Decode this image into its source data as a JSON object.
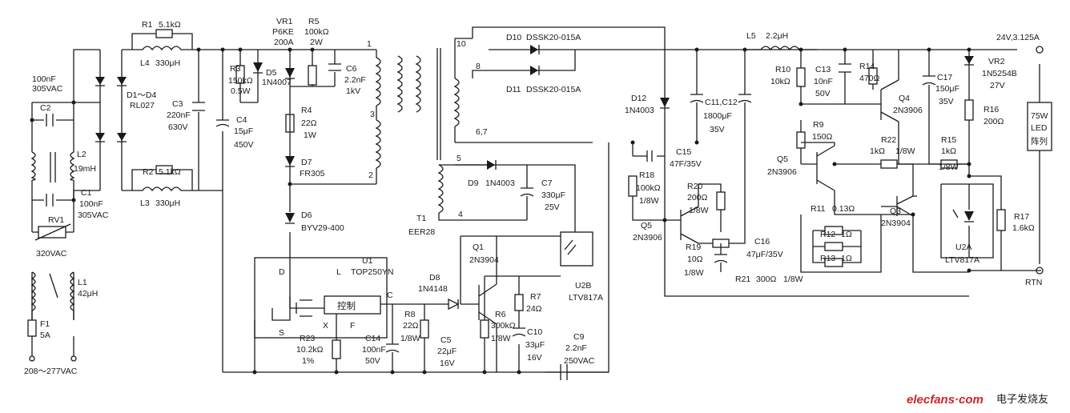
{
  "input": {
    "cap_c2": "C2",
    "cap_c2_val": "100nF",
    "cap_c2_rating": "305VAC",
    "choke_l2": "L2",
    "choke_l2_val": "19mH",
    "cap_c1": "C1",
    "cap_c1_val": "100nF",
    "cap_c1_rating": "305VAC",
    "varistor": "RV1",
    "varistor_val": "320VAC",
    "inductor_l1": "L1",
    "inductor_l1_val": "42μH",
    "fuse": "F1",
    "fuse_val": "5A",
    "mains": "208～277VAC"
  },
  "bridge": {
    "diodes": "D1～D4",
    "part": "RL027",
    "r1": "R1",
    "r1_val": "5.1kΩ",
    "l4": "L4",
    "l4_val": "330μH",
    "r2": "R2",
    "r2_val": "5.1kΩ",
    "l3": "L3",
    "l3_val": "330μH",
    "c3": "C3",
    "c3_val": "220nF",
    "c3_rating": "630V",
    "c4": "C4",
    "c4_val": "15μF",
    "c4_rating": "450V"
  },
  "clamp": {
    "r3": "R3",
    "r3_val": "150kΩ",
    "r3_power": "0.5W",
    "d5": "D5",
    "d5_part": "1N4007",
    "vr1": "VR1",
    "vr1_part": "P6KE",
    "vr1_val": "200A",
    "r5": "R5",
    "r5_val": "100kΩ",
    "r5_power": "2W",
    "c6": "C6",
    "c6_val": "2.2nF",
    "c6_rating": "1kV",
    "r4": "R4",
    "r4_val": "22Ω",
    "r4_power": "1W",
    "d7": "D7",
    "d7_part": "FR305",
    "d6": "D6",
    "d6_part": "BYV29-400"
  },
  "controller": {
    "u1": "U1",
    "u1_part": "TOP250YN",
    "pin_d": "D",
    "pin_l": "L",
    "pin_s": "S",
    "pin_x": "X",
    "pin_f": "F",
    "pin_c": "C",
    "block": "控制",
    "r23": "R23",
    "r23_val": "10.2kΩ",
    "r23_tol": "1%",
    "c14": "C14",
    "c14_val": "100nF",
    "c14_rating": "50V",
    "r8": "R8",
    "r8_val": "22Ω",
    "r8_power": "1/8W",
    "c5": "C5",
    "c5_val": "22μF",
    "c5_rating": "16V",
    "d8": "D8",
    "d8_part": "1N4148",
    "q1": "Q1",
    "q1_part": "2N3904",
    "r6": "R6",
    "r6_val": "300kΩ",
    "r6_power": "1/8W",
    "r7": "R7",
    "r7_val": "24Ω",
    "c10": "C10",
    "c10_val": "33μF",
    "c10_rating": "16V",
    "c9": "C9",
    "c9_val": "2.2nF",
    "c9_rating": "250VAC",
    "u2b": "U2B",
    "u2b_part": "LTV817A"
  },
  "transformer": {
    "t1": "T1",
    "t1_part": "EER28",
    "pin1": "1",
    "pin2": "2",
    "pin3": "3",
    "pin4": "4",
    "pin5": "5",
    "pin67": "6,7",
    "pin8": "8",
    "pin10": "10",
    "d9": "D9",
    "d9_part": "1N4003",
    "c7": "C7",
    "c7_val": "330μF",
    "c7_rating": "25V"
  },
  "secondary": {
    "d10": "D10",
    "d10_part": "DSSK20-015A",
    "d11": "D11",
    "d11_part": "DSSK20-015A",
    "d12": "D12",
    "d12_part": "1N4003",
    "c11": "C11,C12",
    "c11_val": "1800μF",
    "c11_rating": "35V",
    "c15": "C15",
    "c15_val": "47F/35V",
    "r18": "R18",
    "r18_val": "100kΩ",
    "r18_power": "1/8W",
    "r20": "R20",
    "r20_val": "200Ω",
    "r20_power": "1/8W",
    "q5a": "Q5",
    "q5a_part": "2N3906",
    "r19": "R19",
    "r19_val": "10Ω",
    "r19_power": "1/8W",
    "c16": "C16",
    "c16_val": "47μF/35V",
    "r21": "R21",
    "r21_val": "300Ω",
    "r21_power": "1/8W",
    "l5": "L5",
    "l5_val": "2.2μH",
    "r10": "R10",
    "r10_val": "10kΩ",
    "c13": "C13",
    "c13_val": "10nF",
    "c13_rating": "50V",
    "r14": "R14",
    "r14_val": "470Ω",
    "q4": "Q4",
    "q4_part": "2N3906",
    "c17": "C17",
    "c17_val": "150μF",
    "c17_rating": "35V",
    "r9": "R9",
    "r9_val": "150Ω",
    "q5b": "Q5",
    "q5b_part": "2N3906",
    "r22": "R22",
    "r22_val": "1kΩ",
    "r22_power": "1/8W",
    "r11": "R11",
    "r11_val": "0.13Ω",
    "r12": "R12",
    "r12_val": "1Ω",
    "r13": "R13",
    "r13_val": "1Ω",
    "q3": "Q3",
    "q3_part": "2N3904",
    "vr2": "VR2",
    "vr2_part": "1N5254B",
    "vr2_val": "27V",
    "r16": "R16",
    "r16_val": "200Ω",
    "r15": "R15",
    "r15_val": "1kΩ",
    "r15_power": "1/8W",
    "r17": "R17",
    "r17_val": "1.6kΩ",
    "u2a": "U2A",
    "u2a_part": "LTV817A",
    "out_label": "24V,3.125A",
    "rtn_label": "RTN",
    "load_l1": "75W",
    "load_l2": "LED",
    "load_l3": "阵列"
  },
  "watermark": {
    "brand": "elecfans·com",
    "brand_cn": "电子发烧友"
  }
}
